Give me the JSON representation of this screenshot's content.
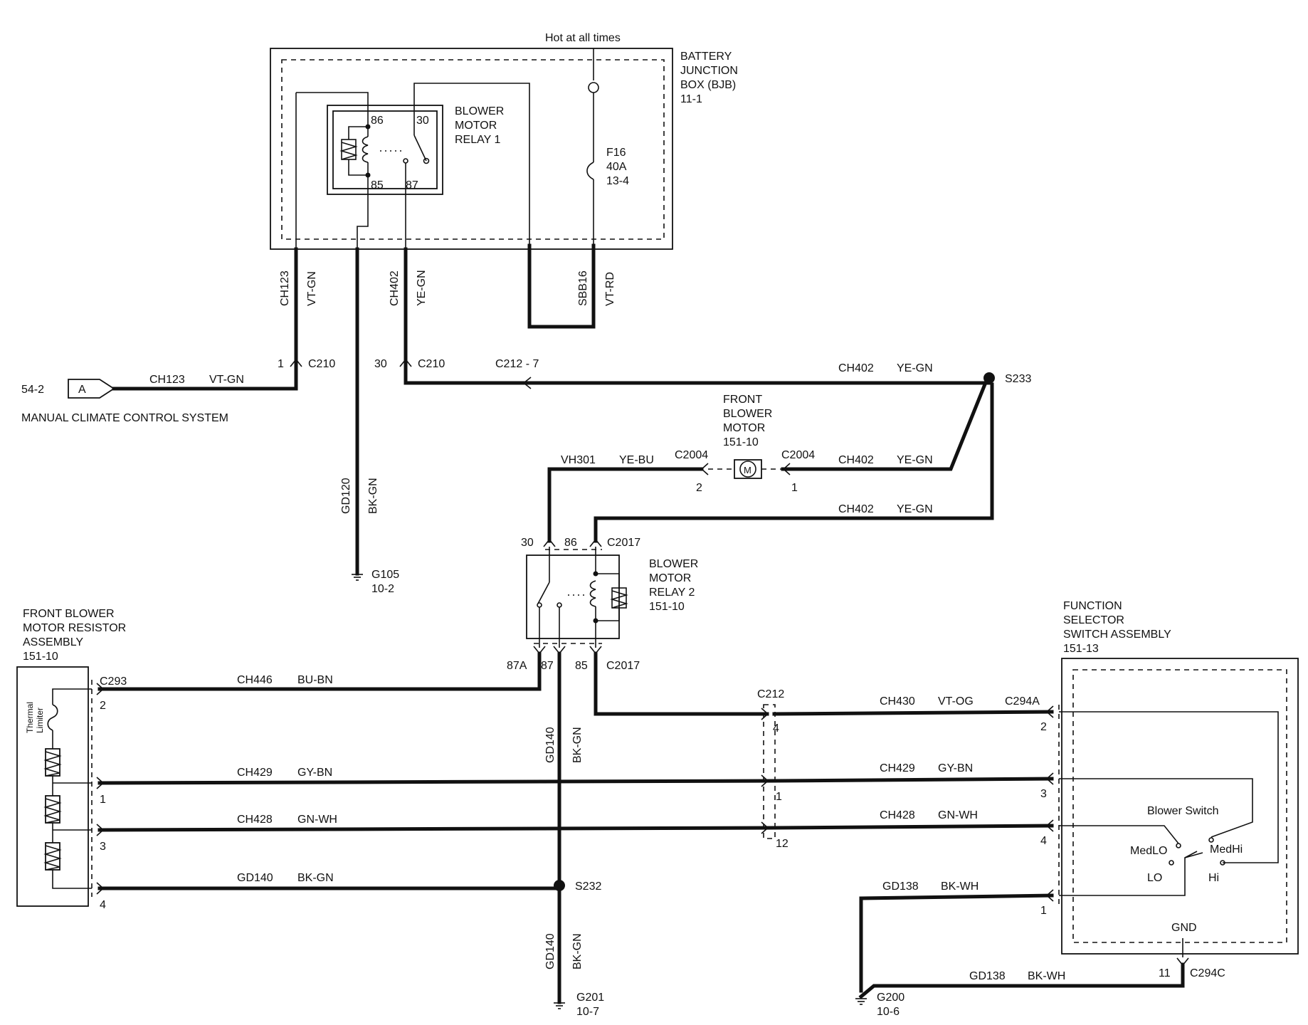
{
  "battery_junction_box": {
    "hot_label": "Hot at all times",
    "title": [
      "BATTERY",
      "JUNCTION",
      "BOX (BJB)",
      "11-1"
    ],
    "relay1_title": [
      "BLOWER",
      "MOTOR",
      "RELAY 1"
    ],
    "relay1_pins": {
      "p86": "86",
      "p30": "30",
      "p85": "85",
      "p87": "87"
    },
    "fuse": [
      "F16",
      "40A",
      "13-4"
    ]
  },
  "vertical_wires": {
    "ch123": {
      "circuit": "CH123",
      "color": "VT-GN"
    },
    "ch402": {
      "circuit": "CH402",
      "color": "YE-GN"
    },
    "sbb16": {
      "circuit": "SBB16",
      "color": "VT-RD"
    },
    "gd120": {
      "circuit": "GD120",
      "color": "BK-GN"
    },
    "gd140_upper": {
      "circuit": "GD140",
      "color": "BK-GN"
    },
    "gd140_lower": {
      "circuit": "GD140",
      "color": "BK-GN"
    }
  },
  "connectors": {
    "c210_pin1": "1",
    "c210_a": "C210",
    "c210_pin30": "30",
    "c210_b": "C210",
    "c212_7": "C212  -  7",
    "c2004_left": "C2004",
    "c2004_left_pin": "2",
    "c2004_right": "C2004",
    "c2004_right_pin": "1",
    "c2017_top": "C2017",
    "c2017_pin30": "30",
    "c2017_pin86": "86",
    "c2017_bottom": "C2017",
    "c2017_pin87a": "87A",
    "c2017_pin87": "87",
    "c2017_pin85": "85",
    "c293": "C293",
    "c293_pin2": "2",
    "c293_pin1": "1",
    "c293_pin3": "3",
    "c293_pin4": "4",
    "c212": "C212",
    "c212_pin4": "4",
    "c212_pin1": "1",
    "c212_pin12": "12",
    "c294a": "C294A",
    "c294a_pin2": "2",
    "c294a_pin3": "3",
    "c294a_pin4": "4",
    "c294a_pin1": "1",
    "c294c": "C294C",
    "c294c_pin11": "11"
  },
  "manual_climate": {
    "ref": "54-2",
    "letter": "A",
    "circuit": "CH123",
    "color": "VT-GN",
    "label": "MANUAL CLIMATE CONTROL SYSTEM"
  },
  "splices": {
    "s233": "S233",
    "s232": "S232"
  },
  "horizontal_wires": {
    "ch402_top": {
      "circuit": "CH402",
      "color": "YE-GN"
    },
    "vh301": {
      "circuit": "VH301",
      "color": "YE-BU"
    },
    "ch402_motor": {
      "circuit": "CH402",
      "color": "YE-GN"
    },
    "ch402_relay2": {
      "circuit": "CH402",
      "color": "YE-GN"
    },
    "ch446": {
      "circuit": "CH446",
      "color": "BU-BN"
    },
    "ch429_left": {
      "circuit": "CH429",
      "color": "GY-BN"
    },
    "ch428_left": {
      "circuit": "CH428",
      "color": "GN-WH"
    },
    "gd140_left": {
      "circuit": "GD140",
      "color": "BK-GN"
    },
    "ch430": {
      "circuit": "CH430",
      "color": "VT-OG"
    },
    "ch429_right": {
      "circuit": "CH429",
      "color": "GY-BN"
    },
    "ch428_right": {
      "circuit": "CH428",
      "color": "GN-WH"
    },
    "gd138_upper": {
      "circuit": "GD138",
      "color": "BK-WH"
    },
    "gd138_lower": {
      "circuit": "GD138",
      "color": "BK-WH"
    }
  },
  "front_blower_motor": {
    "title": [
      "FRONT",
      "BLOWER",
      "MOTOR",
      "151-10"
    ],
    "symbol": "M"
  },
  "blower_motor_relay2": {
    "title": [
      "BLOWER",
      "MOTOR",
      "RELAY 2",
      "151-10"
    ]
  },
  "resistor_assembly": {
    "title": [
      "FRONT BLOWER",
      "MOTOR RESISTOR",
      "ASSEMBLY",
      "151-10"
    ],
    "thermal_limiter": [
      "Thermal",
      "Limiter"
    ]
  },
  "function_selector": {
    "title": [
      "FUNCTION",
      "SELECTOR",
      "SWITCH ASSEMBLY",
      "151-13"
    ],
    "blower_switch": "Blower Switch",
    "positions": {
      "medlo": "MedLO",
      "medhi": "MedHi",
      "lo": "LO",
      "hi": "Hi"
    },
    "gnd": "GND"
  },
  "grounds": {
    "g105": {
      "id": "G105",
      "ref": "10-2"
    },
    "g201": {
      "id": "G201",
      "ref": "10-7"
    },
    "g200": {
      "id": "G200",
      "ref": "10-6"
    }
  }
}
